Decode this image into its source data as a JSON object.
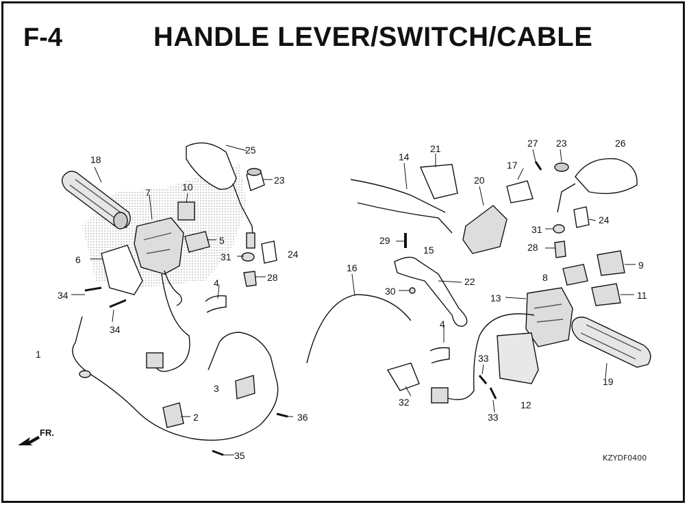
{
  "header": {
    "section": "F-4",
    "title": "HANDLE LEVER/SWITCH/CABLE"
  },
  "footer": {
    "drawing_code": "KZYDF0400"
  },
  "direction": {
    "text": "FR."
  },
  "callouts": [
    {
      "n": "1"
    },
    {
      "n": "2"
    },
    {
      "n": "3"
    },
    {
      "n": "4"
    },
    {
      "n": "4"
    },
    {
      "n": "5"
    },
    {
      "n": "6"
    },
    {
      "n": "7"
    },
    {
      "n": "8"
    },
    {
      "n": "9"
    },
    {
      "n": "10"
    },
    {
      "n": "11"
    },
    {
      "n": "12"
    },
    {
      "n": "13"
    },
    {
      "n": "14"
    },
    {
      "n": "15"
    },
    {
      "n": "16"
    },
    {
      "n": "17"
    },
    {
      "n": "18"
    },
    {
      "n": "19"
    },
    {
      "n": "20"
    },
    {
      "n": "21"
    },
    {
      "n": "22"
    },
    {
      "n": "23"
    },
    {
      "n": "23"
    },
    {
      "n": "24"
    },
    {
      "n": "24"
    },
    {
      "n": "25"
    },
    {
      "n": "26"
    },
    {
      "n": "27"
    },
    {
      "n": "28"
    },
    {
      "n": "28"
    },
    {
      "n": "29"
    },
    {
      "n": "30"
    },
    {
      "n": "31"
    },
    {
      "n": "31"
    },
    {
      "n": "32"
    },
    {
      "n": "33"
    },
    {
      "n": "33"
    },
    {
      "n": "34"
    },
    {
      "n": "34"
    },
    {
      "n": "35"
    },
    {
      "n": "36"
    }
  ]
}
